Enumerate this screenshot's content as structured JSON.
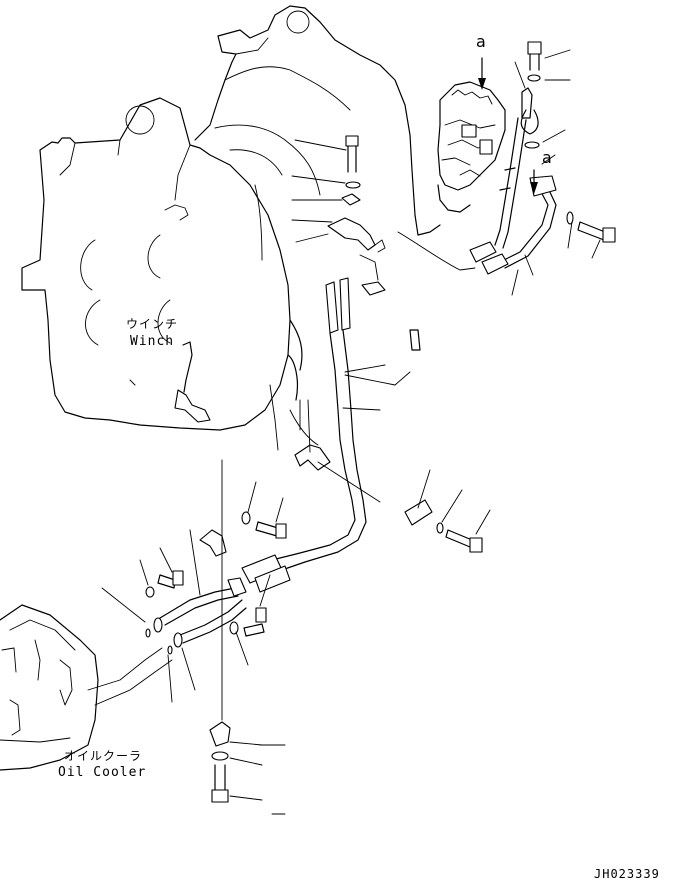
{
  "labels": {
    "winch_ja": "ウインチ",
    "winch_en": "Winch",
    "oil_cooler_ja": "オイルクーラ",
    "oil_cooler_en": "Oil Cooler",
    "reference_a_top": "a",
    "reference_a_right": "a",
    "drawing_code": "JH023339"
  }
}
